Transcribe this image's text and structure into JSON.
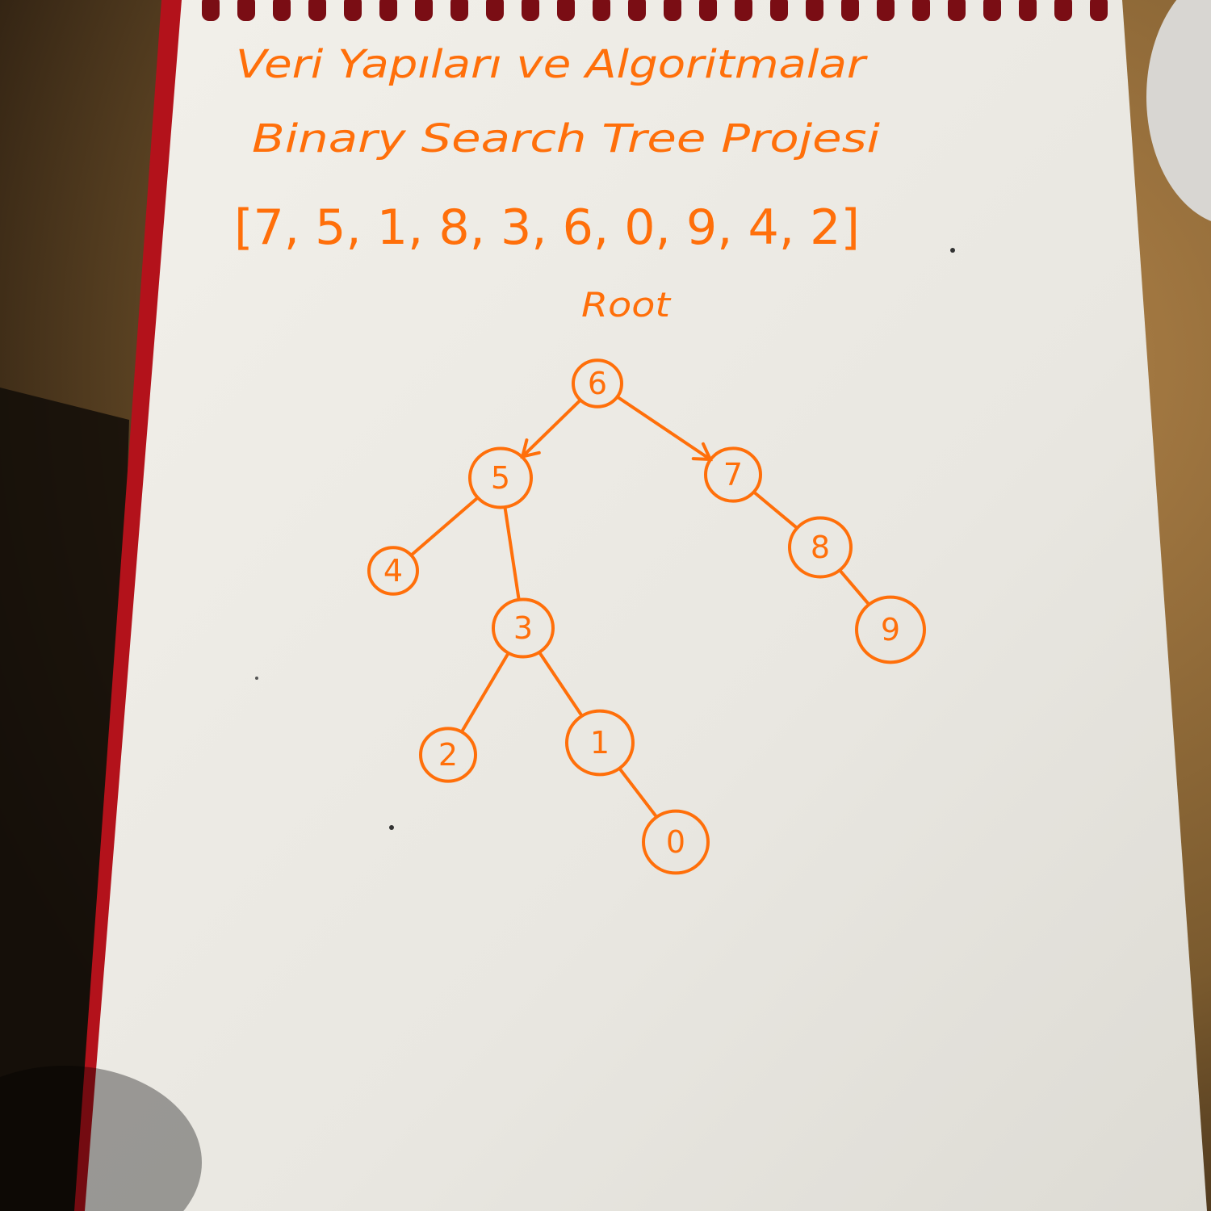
{
  "notes": {
    "title_line_1": "Veri Yapıları ve Algoritmalar",
    "title_line_2": "Binary Search Tree Projesi",
    "array": "[7, 5, 1, 8, 3, 6, 0, 9, 4, 2]",
    "root_label": "Root"
  },
  "tree": {
    "nodes": [
      {
        "id": "n6",
        "label": "6"
      },
      {
        "id": "n5",
        "label": "5"
      },
      {
        "id": "n7",
        "label": "7"
      },
      {
        "id": "n4",
        "label": "4"
      },
      {
        "id": "n3",
        "label": "3"
      },
      {
        "id": "n8",
        "label": "8"
      },
      {
        "id": "n9",
        "label": "9"
      },
      {
        "id": "n2",
        "label": "2"
      },
      {
        "id": "n1",
        "label": "1"
      },
      {
        "id": "n0",
        "label": "0"
      }
    ],
    "edges": [
      {
        "from": "n6",
        "to": "n5"
      },
      {
        "from": "n6",
        "to": "n7"
      },
      {
        "from": "n5",
        "to": "n4"
      },
      {
        "from": "n5",
        "to": "n3"
      },
      {
        "from": "n7",
        "to": "n8"
      },
      {
        "from": "n8",
        "to": "n9"
      },
      {
        "from": "n3",
        "to": "n2"
      },
      {
        "from": "n3",
        "to": "n1"
      },
      {
        "from": "n1",
        "to": "n0"
      }
    ]
  },
  "colors": {
    "ink": "#ff6f0a",
    "paper": "#ecebe6",
    "desk": "#8a6434",
    "notebook_cover": "#b3121b",
    "spiral": "#7a0d14"
  }
}
